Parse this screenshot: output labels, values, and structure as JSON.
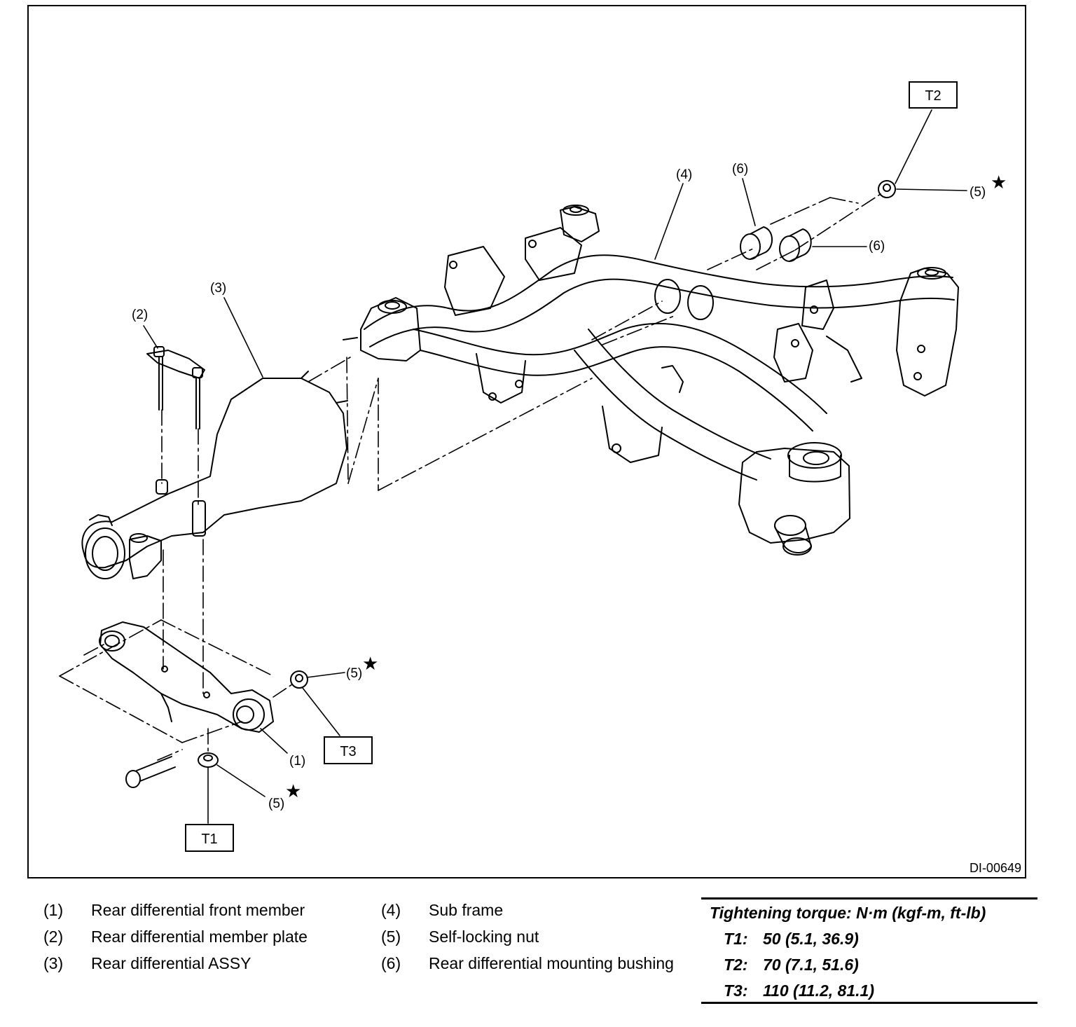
{
  "diagram": {
    "reference_code": "DI-00649",
    "callouts": [
      {
        "id": "c1",
        "text": "(1)"
      },
      {
        "id": "c2",
        "text": "(2)"
      },
      {
        "id": "c3",
        "text": "(3)"
      },
      {
        "id": "c4",
        "text": "(4)"
      },
      {
        "id": "c5a",
        "text": "(5)"
      },
      {
        "id": "c5b",
        "text": "(5)"
      },
      {
        "id": "c5c",
        "text": "(5)"
      },
      {
        "id": "c6a",
        "text": "(6)"
      },
      {
        "id": "c6b",
        "text": "(6)"
      }
    ],
    "torque_boxes": [
      {
        "id": "T1",
        "text": "T1"
      },
      {
        "id": "T2",
        "text": "T2"
      },
      {
        "id": "T3",
        "text": "T3"
      }
    ],
    "star_symbol": "★"
  },
  "legend": {
    "items": [
      {
        "num": "(1)",
        "label": "Rear differential front member"
      },
      {
        "num": "(2)",
        "label": "Rear differential member plate"
      },
      {
        "num": "(3)",
        "label": "Rear differential ASSY"
      },
      {
        "num": "(4)",
        "label": "Sub frame"
      },
      {
        "num": "(5)",
        "label": "Self-locking nut"
      },
      {
        "num": "(6)",
        "label": "Rear differential mounting bushing"
      }
    ]
  },
  "torque_table": {
    "title": "Tightening torque: N·m (kgf-m, ft-lb)",
    "rows": [
      {
        "key": "T1:",
        "value": "50 (5.1, 36.9)"
      },
      {
        "key": "T2:",
        "value": "70 (7.1, 51.6)"
      },
      {
        "key": "T3:",
        "value": "110 (11.2, 81.1)"
      }
    ]
  }
}
